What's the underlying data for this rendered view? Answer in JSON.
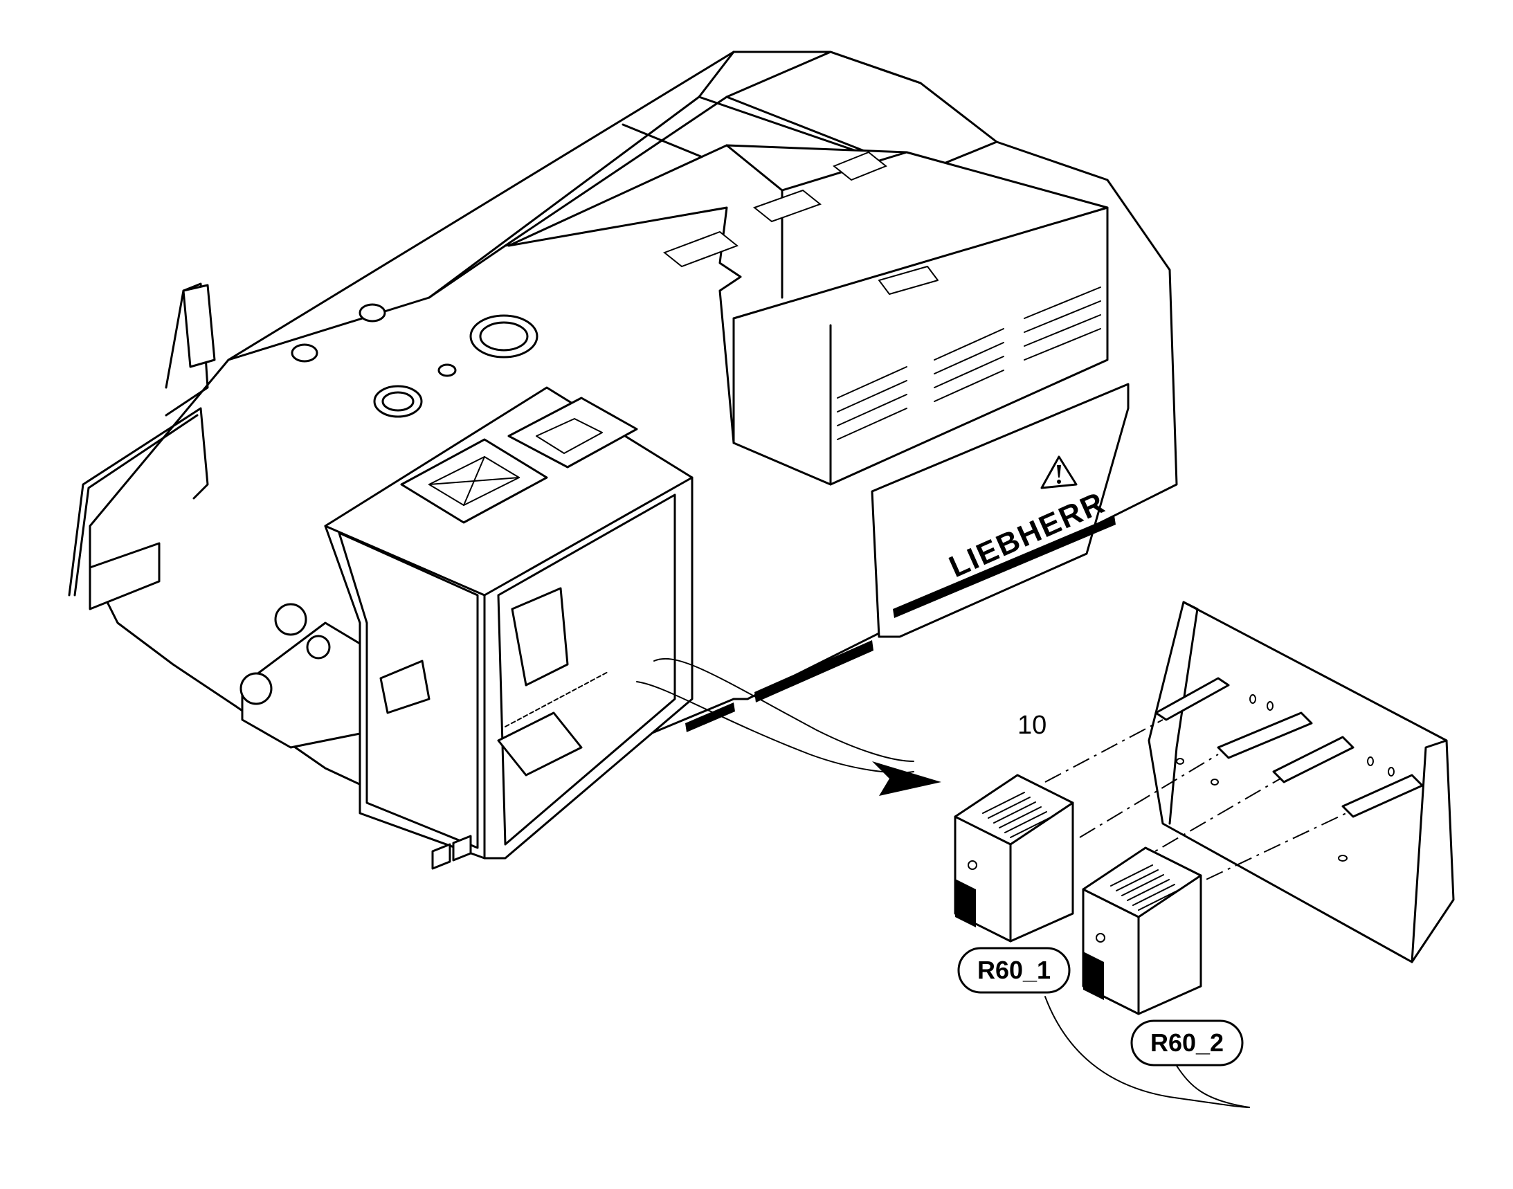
{
  "diagram": {
    "brand_text": "LIEBHERR",
    "callouts": [
      {
        "id": "pos-10",
        "text": "10"
      },
      {
        "id": "r60-1",
        "text": "R60_1"
      },
      {
        "id": "r60-2",
        "text": "R60_2"
      }
    ],
    "icons": [
      "warning-triangle-icon",
      "pointer-arrow-icon"
    ]
  }
}
